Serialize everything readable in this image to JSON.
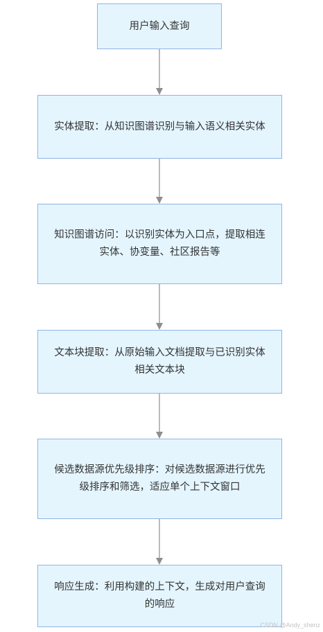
{
  "steps": [
    {
      "text": "用户输入查询"
    },
    {
      "text": "实体提取：从知识图谱识别与输入语义相关实体"
    },
    {
      "text": "知识图谱访问：以识别实体为入口点，提取相连实体、协变量、社区报告等"
    },
    {
      "text": "文本块提取：从原始输入文档提取与已识别实体相关文本块"
    },
    {
      "text": "候选数据源优先级排序：对候选数据源进行优先级排序和筛选，适应单个上下文窗口"
    },
    {
      "text": "响应生成：利用构建的上下文，生成对用户查询的响应"
    }
  ],
  "colors": {
    "node_fill": "#e4f5fe",
    "node_border": "#8fb4e6",
    "edge": "#8e8e8e",
    "text": "#333333"
  },
  "watermark": "CSDN @Andy_shenz"
}
